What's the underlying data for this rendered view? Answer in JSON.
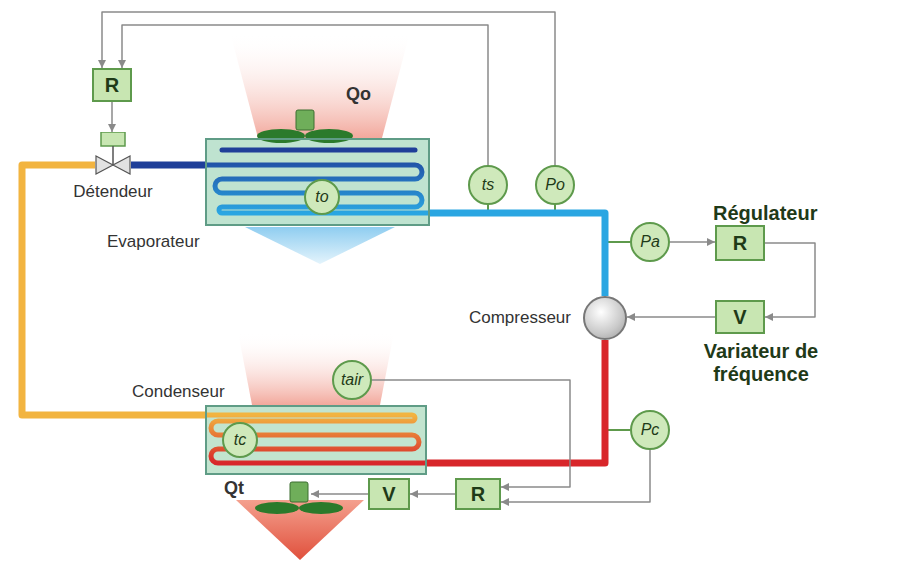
{
  "diagram": {
    "nodes": [
      {
        "text": [
          "R"
        ]
      },
      {
        "text": [
          "Détendeur"
        ]
      },
      {
        "text": [
          "Evaporateur"
        ]
      },
      {
        "text": [
          "to"
        ],
        "in": 2
      },
      {
        "text": [
          "ts"
        ]
      },
      {
        "text": [
          "Po"
        ]
      },
      {
        "text": [
          "Pa"
        ]
      },
      {
        "text": [
          "Régulateur",
          "R"
        ]
      },
      {
        "text": [
          "V",
          "Variateur de fréquence"
        ]
      },
      {
        "text": [
          "Compresseur"
        ]
      },
      {
        "text": [
          "Condenseur"
        ]
      },
      {
        "text": [
          "tc"
        ],
        "in": 10
      },
      {
        "text": [
          "tair"
        ]
      },
      {
        "text": [
          "Pc"
        ]
      },
      {
        "text": [
          "R"
        ]
      },
      {
        "text": [
          "V"
        ]
      }
    ],
    "edges": [
      {
        "from": 4,
        "to": 0,
        "arrow": "to"
      },
      {
        "from": 5,
        "to": 0,
        "arrow": "to"
      },
      {
        "from": 0,
        "to": 1,
        "arrow": "to"
      },
      {
        "from": 1,
        "to": 2,
        "arrow": "none"
      },
      {
        "from": 2,
        "to": 9,
        "arrow": "none"
      },
      {
        "from": 9,
        "to": 10,
        "arrow": "none"
      },
      {
        "from": 10,
        "to": 1,
        "arrow": "none"
      },
      {
        "from": 6,
        "to": 7,
        "arrow": "to"
      },
      {
        "from": 7,
        "to": 8,
        "arrow": "to"
      },
      {
        "from": 8,
        "to": 9,
        "arrow": "to"
      },
      {
        "from": 12,
        "to": 14,
        "arrow": "to"
      },
      {
        "from": 13,
        "to": 14,
        "arrow": "to"
      },
      {
        "from": 14,
        "to": 15,
        "arrow": "to"
      }
    ],
    "labels": [
      "Qo",
      "Qt"
    ]
  }
}
